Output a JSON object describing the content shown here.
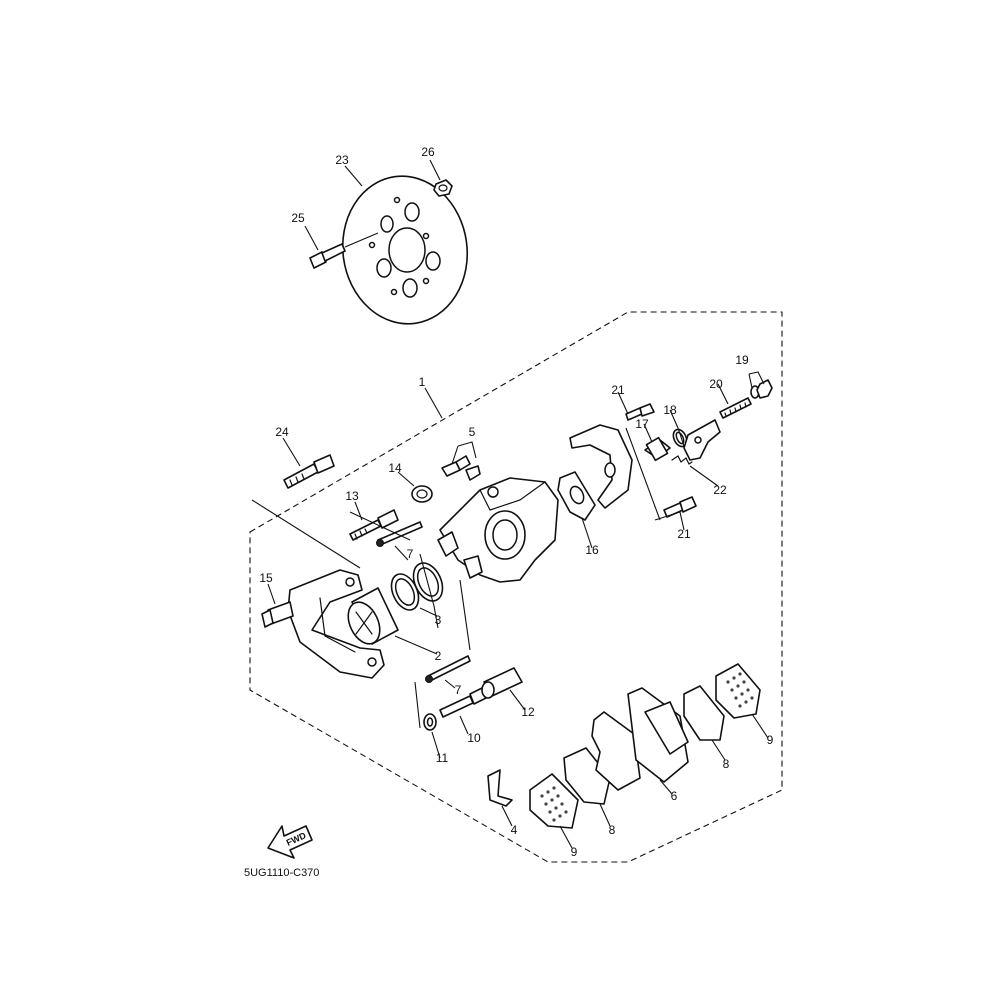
{
  "diagram_code": "5UG1110-C370",
  "fwd_label": "FWD",
  "callouts": {
    "p1": "1",
    "p2": "2",
    "p3": "3",
    "p4": "4",
    "p5": "5",
    "p6": "6",
    "p7a": "7",
    "p7b": "7",
    "p8a": "8",
    "p8b": "8",
    "p9a": "9",
    "p9b": "9",
    "p10": "10",
    "p11": "11",
    "p12": "12",
    "p13": "13",
    "p14": "14",
    "p15": "15",
    "p16": "16",
    "p17": "17",
    "p18": "18",
    "p19": "19",
    "p20": "20",
    "p21a": "21",
    "p21b": "21",
    "p22": "22",
    "p23": "23",
    "p24": "24",
    "p25": "25",
    "p26": "26"
  }
}
